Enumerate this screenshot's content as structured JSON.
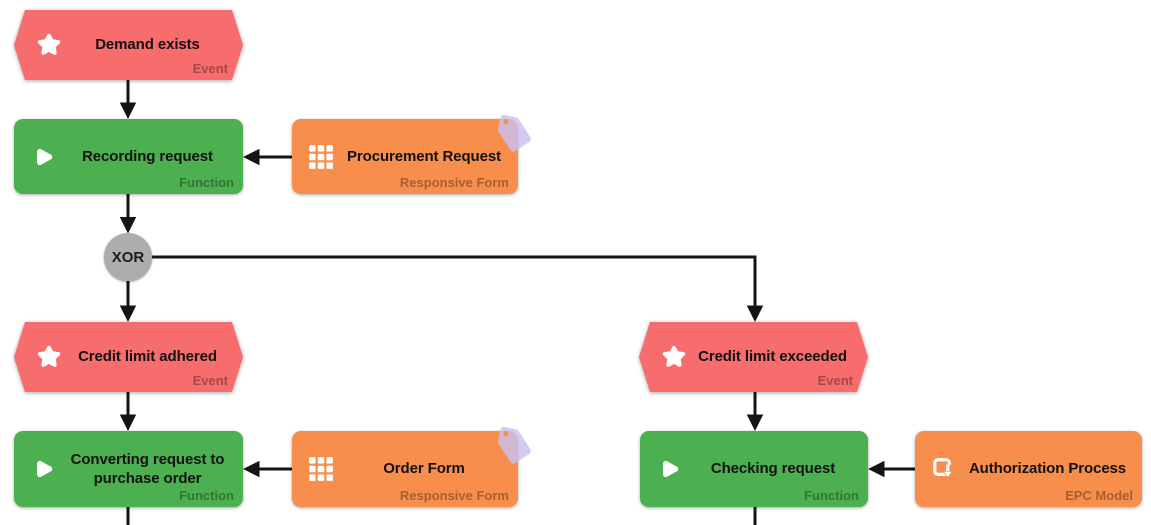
{
  "diagram_type": "EPC process model",
  "colors": {
    "event": "#F76C6C",
    "function": "#4CAF50",
    "artifact": "#F78E4C",
    "connector": "#ACACAC",
    "line": "#141414",
    "tag": "#C8C1F0"
  },
  "nodes": {
    "demand_exists": {
      "label": "Demand exists",
      "type": "Event"
    },
    "recording_request": {
      "label": "Recording request",
      "type": "Function"
    },
    "procurement_request": {
      "label": "Procurement Request",
      "type": "Responsive Form"
    },
    "xor_connector": {
      "label": "XOR"
    },
    "credit_limit_adhered": {
      "label": "Credit limit adhered",
      "type": "Event"
    },
    "credit_limit_exceeded": {
      "label": "Credit limit exceeded",
      "type": "Event"
    },
    "converting_request": {
      "label": "Converting request to purchase order",
      "type": "Function"
    },
    "order_form": {
      "label": "Order Form",
      "type": "Responsive Form"
    },
    "checking_request": {
      "label": "Checking request",
      "type": "Function"
    },
    "authorization_process": {
      "label": "Authorization Process",
      "type": "EPC Model"
    }
  }
}
